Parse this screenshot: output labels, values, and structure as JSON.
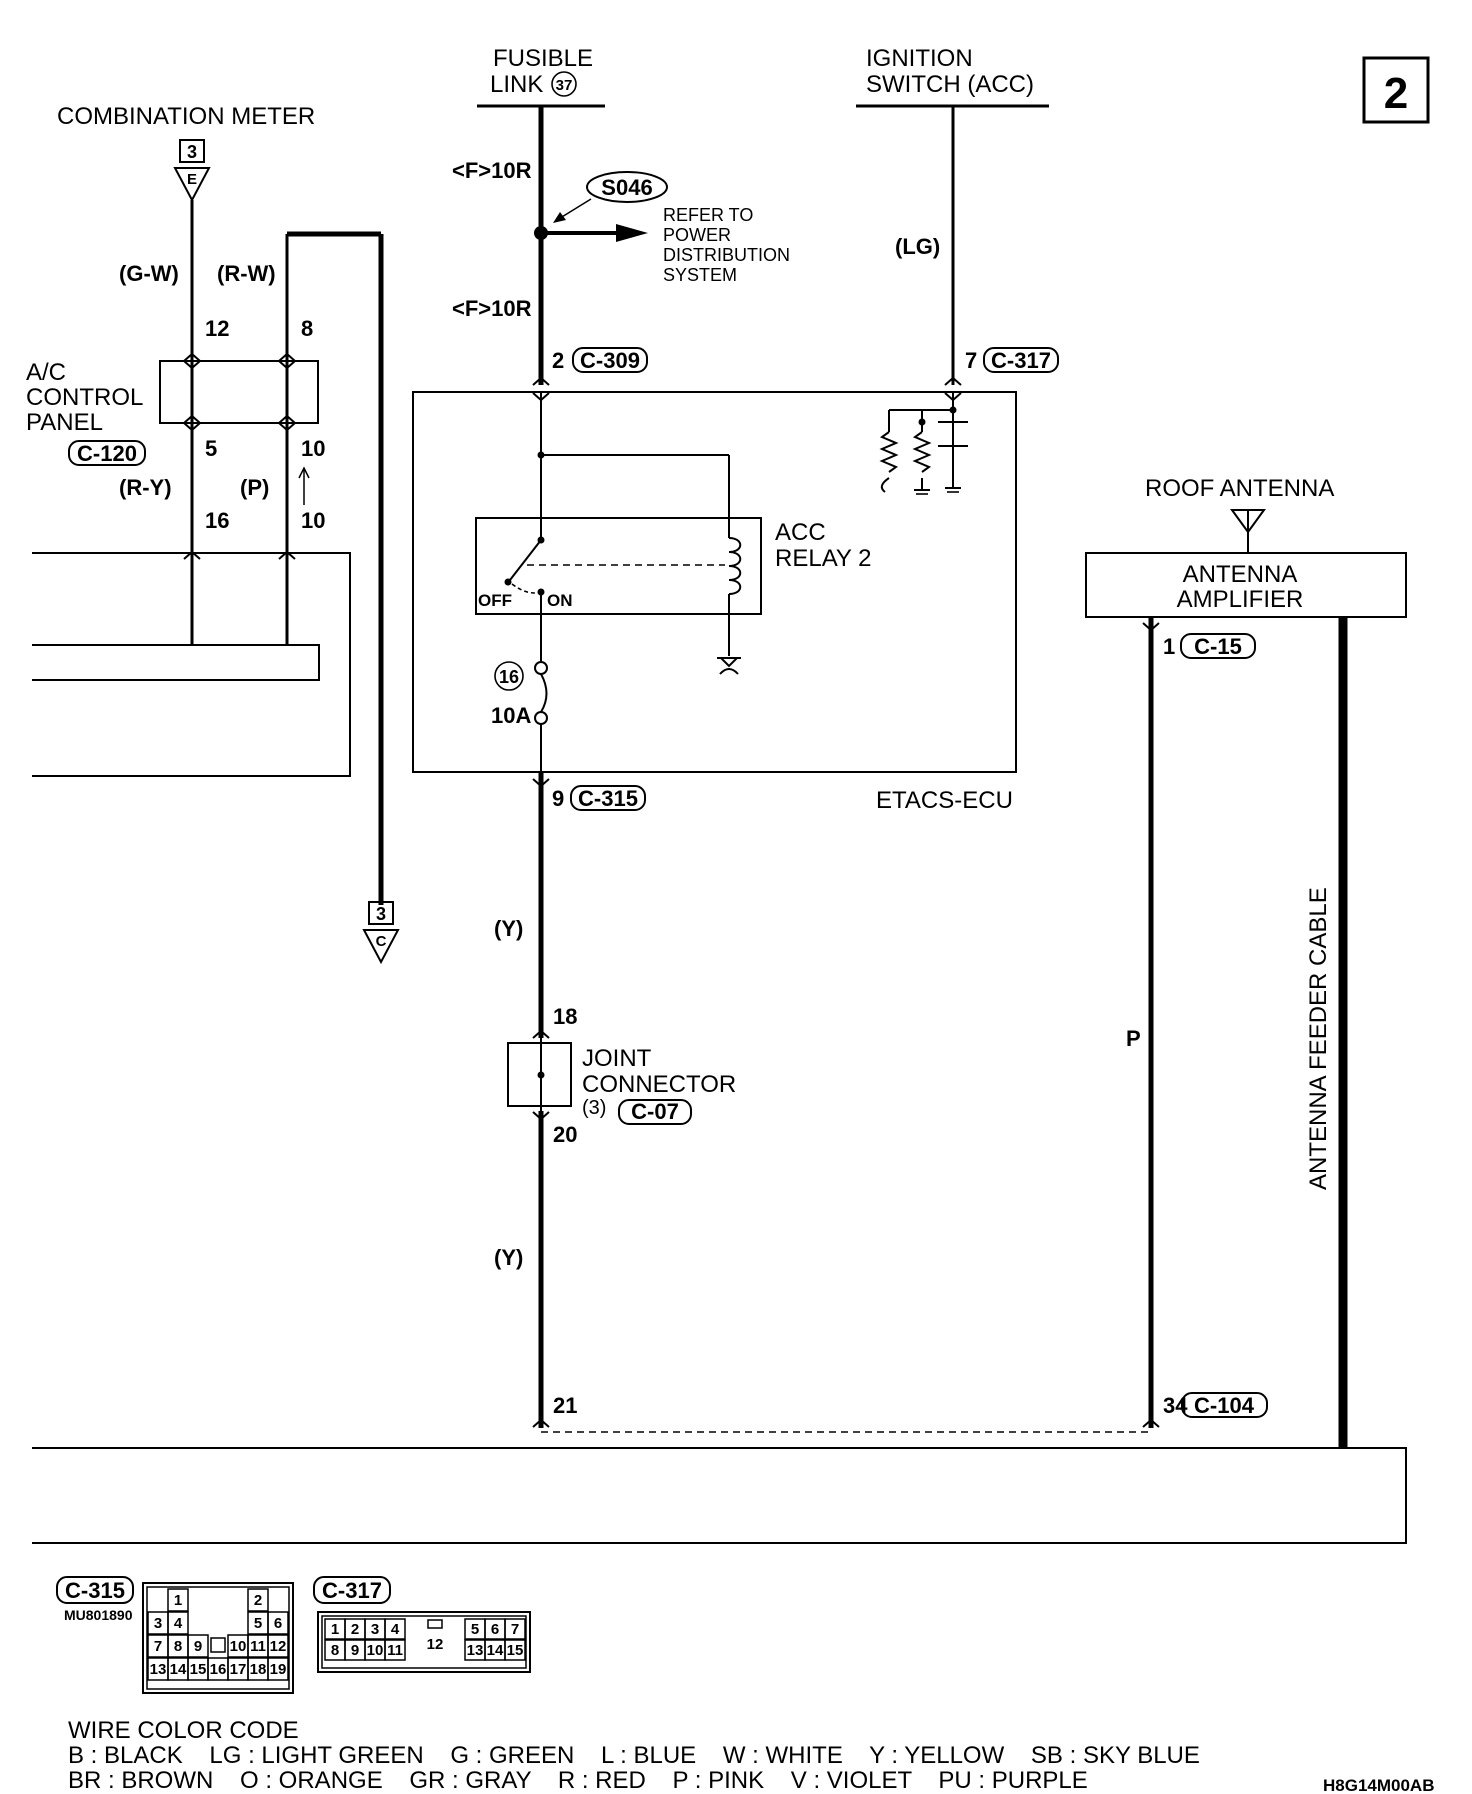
{
  "page_number": "2",
  "sources": {
    "fusible_link": {
      "line1": "FUSIBLE",
      "line2": "LINK",
      "number": "37"
    },
    "ignition_switch": {
      "line1": "IGNITION",
      "line2": "SWITCH (ACC)"
    },
    "combination_meter": {
      "label": "COMBINATION METER",
      "conn_num": "3",
      "conn_letter": "E"
    }
  },
  "wires": {
    "gw": "(G-W)",
    "rw": "(R-W)",
    "ry": "(R-Y)",
    "p_small": "(P)",
    "lg": "(LG)",
    "y1": "(Y)",
    "y2": "(Y)",
    "p_big": "P",
    "f10r_1": "<F>10R",
    "f10r_2": "<F>10R"
  },
  "splice": {
    "id": "S046",
    "line1": "REFER TO",
    "line2": "POWER",
    "line3": "DISTRIBUTION",
    "line4": "SYSTEM"
  },
  "ac_panel": {
    "line1": "A/C",
    "line2": "CONTROL",
    "line3": "PANEL",
    "connector": "C-120",
    "pin_12": "12",
    "pin_8": "8",
    "pin_5": "5",
    "pin_10a": "10",
    "pin_16": "16",
    "pin_10b": "10"
  },
  "etacs": {
    "label": "ETACS-ECU",
    "pin_2": "2",
    "conn_c309": "C-309",
    "pin_7": "7",
    "conn_c317": "C-317",
    "pin_9": "9",
    "conn_c315": "C-315",
    "relay_line1": "ACC",
    "relay_line2": "RELAY 2",
    "off": "OFF",
    "on": "ON",
    "fuse_num": "16",
    "fuse_amp": "10A"
  },
  "joint": {
    "line1": "JOINT",
    "line2": "CONNECTOR",
    "num": "(3)",
    "connector": "C-07",
    "pin_18": "18",
    "pin_20": "20"
  },
  "roof_antenna": {
    "label": "ROOF ANTENNA"
  },
  "amplifier": {
    "line1": "ANTENNA",
    "line2": "AMPLIFIER",
    "pin_1": "1",
    "connector": "C-15"
  },
  "feeder": {
    "label": "ANTENNA FEEDER CABLE"
  },
  "bottom": {
    "pin_21": "21",
    "pin_34": "34",
    "conn_c104": "C-104"
  },
  "off_page_c": {
    "conn_num": "3",
    "conn_letter": "C"
  },
  "connectors": {
    "c315": {
      "name": "C-315",
      "part": "MU801890",
      "r1": [
        "1",
        "2"
      ],
      "r2": [
        "3",
        "4",
        "5",
        "6"
      ],
      "r3": [
        "7",
        "8",
        "9",
        "10",
        "11",
        "12"
      ],
      "r4": [
        "13",
        "14",
        "15",
        "16",
        "17",
        "18",
        "19"
      ]
    },
    "c317": {
      "name": "C-317",
      "r1": [
        "1",
        "2",
        "3",
        "4",
        "5",
        "6",
        "7"
      ],
      "r2": [
        "8",
        "9",
        "10",
        "11",
        "13",
        "14",
        "15"
      ],
      "mid": "12"
    }
  },
  "legend": {
    "title": "WIRE COLOR CODE",
    "line1": "B : BLACK    LG : LIGHT GREEN    G : GREEN    L : BLUE    W : WHITE    Y : YELLOW    SB : SKY BLUE",
    "line2": "BR : BROWN    O : ORANGE    GR : GRAY    R : RED    P : PINK    V : VIOLET    PU : PURPLE"
  },
  "figure_code": "H8G14M00AB"
}
